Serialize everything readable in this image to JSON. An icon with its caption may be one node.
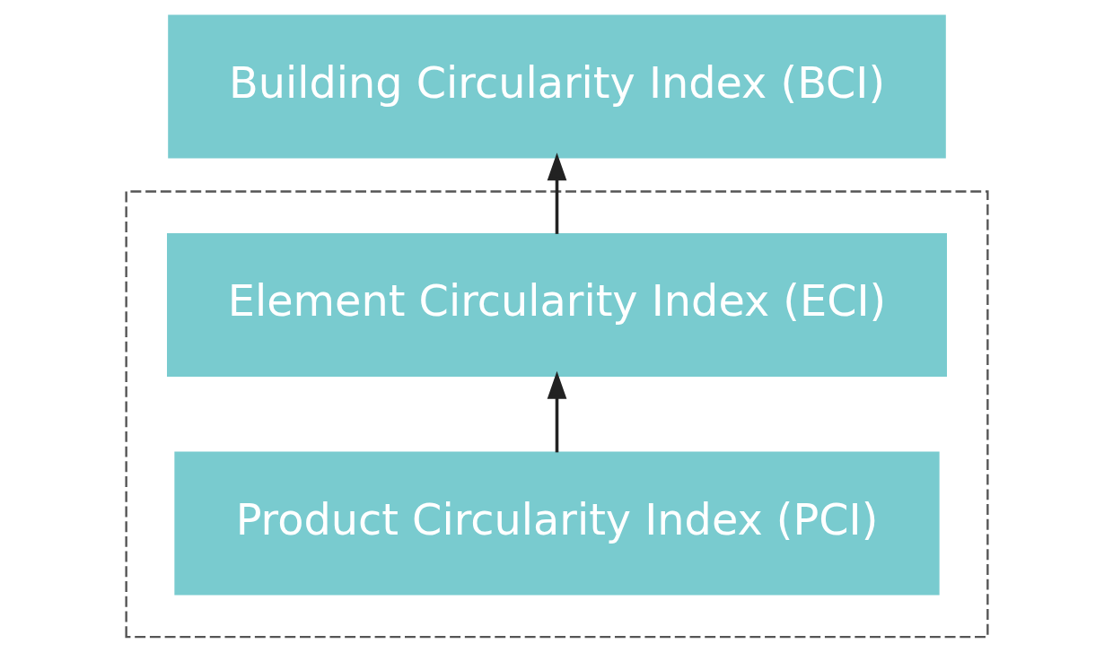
{
  "diagram": {
    "nodes": [
      {
        "text": [
          "Building Circularity Index (BCI)"
        ]
      },
      {
        "text": [],
        "shape": "box"
      },
      {
        "text": [
          "Element Circularity Index (ECI)"
        ],
        "in": 1
      },
      {
        "text": [
          "Product Circularity Index (PCI)"
        ],
        "in": 1
      }
    ],
    "edges": [
      {
        "from": 3,
        "to": 2,
        "arrow": "to"
      },
      {
        "from": 2,
        "to": 0,
        "arrow": "to"
      }
    ]
  }
}
